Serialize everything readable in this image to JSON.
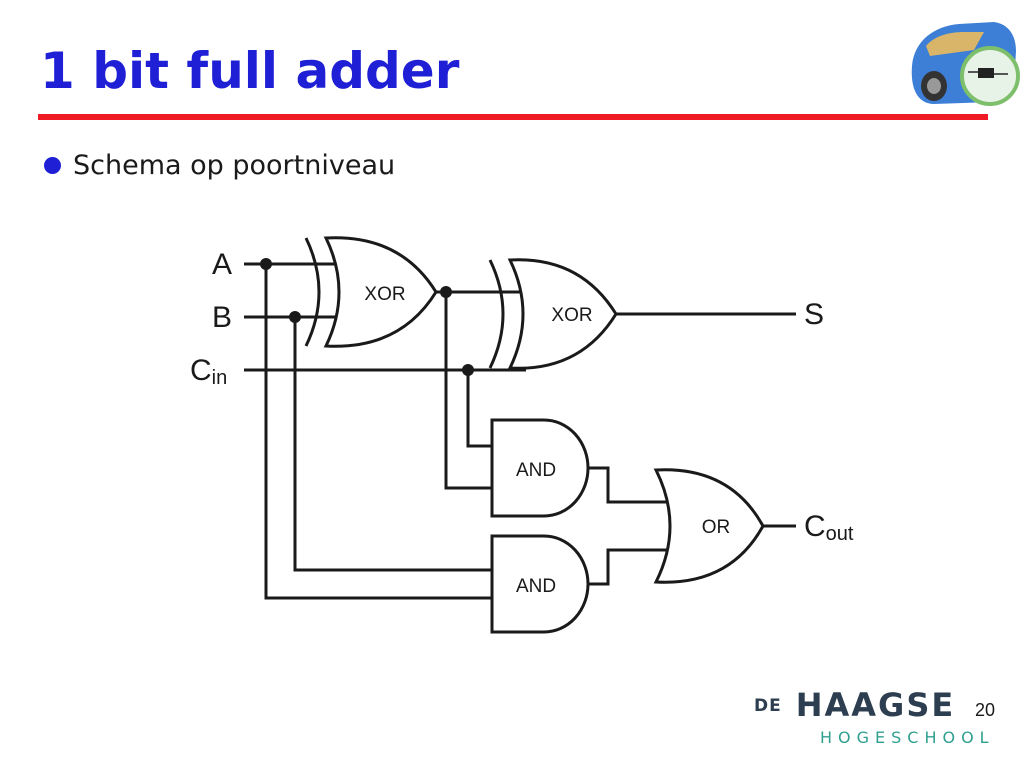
{
  "slide": {
    "title": "1 bit full adder",
    "bullet": "Schema op poortniveau",
    "page_number": "20"
  },
  "diagram": {
    "inputs": {
      "a": "A",
      "b": "B",
      "cin_main": "C",
      "cin_sub": "in"
    },
    "outputs": {
      "s": "S",
      "cout_main": "C",
      "cout_sub": "out"
    },
    "gates": {
      "xor1": "XOR",
      "xor2": "XOR",
      "and1": "AND",
      "and2": "AND",
      "or1": "OR"
    }
  },
  "brand": {
    "de": "DE",
    "main": "HAAGSE",
    "sub": "HOGESCHOOL"
  },
  "colors": {
    "title": "#1f1fd6",
    "rule": "#ef1b24",
    "brand_dark": "#2c3e50",
    "brand_teal": "#2f9f8f"
  }
}
